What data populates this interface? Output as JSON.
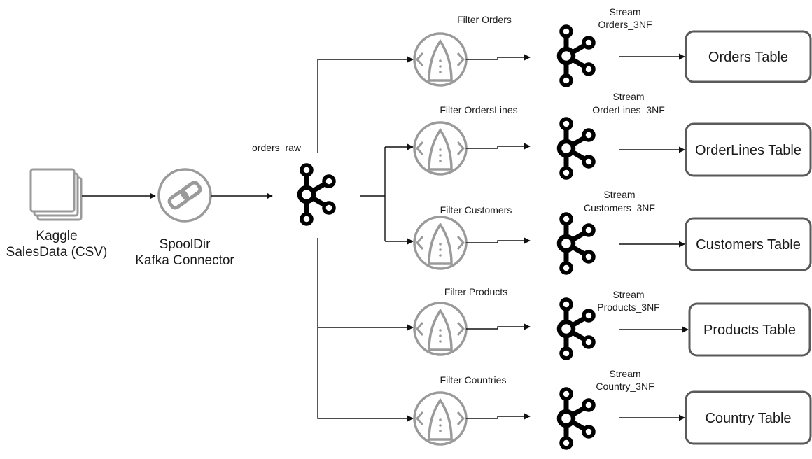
{
  "source": {
    "name_line1": "Kaggle",
    "name_line2": "SalesData (CSV)",
    "icon": "stacked-files-icon"
  },
  "connector": {
    "name_line1": "SpoolDir",
    "name_line2": "Kafka Connector",
    "icon": "connector-link-icon"
  },
  "raw_topic": {
    "label": "orders_raw",
    "icon": "kafka-icon"
  },
  "branches": [
    {
      "filter": "Filter Orders",
      "stream_line1": "Stream",
      "stream_line2": "Orders_3NF",
      "table": "Orders Table"
    },
    {
      "filter": "Filter OrdersLines",
      "stream_line1": "Stream",
      "stream_line2": "OrderLines_3NF",
      "table": "OrderLines Table"
    },
    {
      "filter": "Filter Customers",
      "stream_line1": "Stream",
      "stream_line2": "Customers_3NF",
      "table": "Customers Table"
    },
    {
      "filter": "Filter Products",
      "stream_line1": "Stream",
      "stream_line2": "Products_3NF",
      "table": "Products Table"
    },
    {
      "filter": "Filter Countries",
      "stream_line1": "Stream",
      "stream_line2": "Country_3NF",
      "table": "Country Table"
    }
  ],
  "icons": {
    "filter": "ksql-filter-icon",
    "stream": "kafka-icon"
  },
  "colors": {
    "line": "#111111",
    "icon_gray": "#9a9a9a",
    "kafka": "#000000"
  }
}
